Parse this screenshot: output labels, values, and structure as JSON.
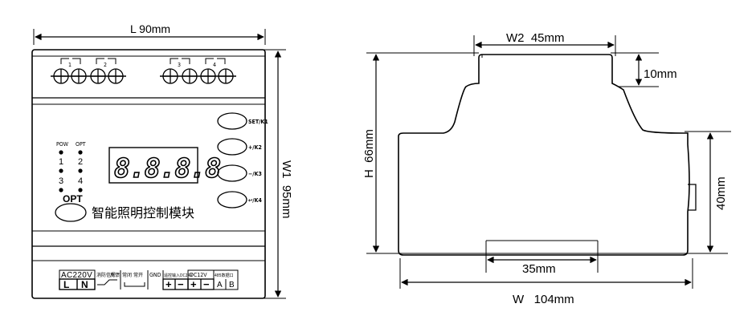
{
  "front_view": {
    "dim_length_label": "L  90mm",
    "dim_height_label": "W1  95mm",
    "display_digits": "8.8.8.8",
    "pow_label": "POW",
    "opt_small_label": "OPT",
    "channels": [
      "1",
      "2",
      "3",
      "4"
    ],
    "opt_button_label": "OPT",
    "module_name": "智能照明控制模块",
    "side_buttons": [
      "SET/K1",
      "+/K2",
      "−/K3",
      "↩/K4"
    ],
    "terminal_top_labels": [
      "1",
      "2",
      "3",
      "4"
    ],
    "bottom_labels": {
      "ac_power": "AC220V",
      "live": "L",
      "neutral": "N",
      "sig_a": "消防信号",
      "sig_b": "反馈",
      "sig_c": "常闭",
      "sig_d": "常开",
      "gnd": "GND",
      "input_ctrl": "遥控输入DC24V",
      "dc_power": "DC12V",
      "rs485": "485数据口",
      "port_a": "A",
      "port_b": "B",
      "plus": "+",
      "minus": "−"
    }
  },
  "side_view": {
    "dim_top_width": "W2  45mm",
    "dim_top_height": "10mm",
    "dim_height": "H  66mm",
    "dim_side": "40mm",
    "dim_bottom_inner": "35mm",
    "dim_width": "W   104mm"
  }
}
